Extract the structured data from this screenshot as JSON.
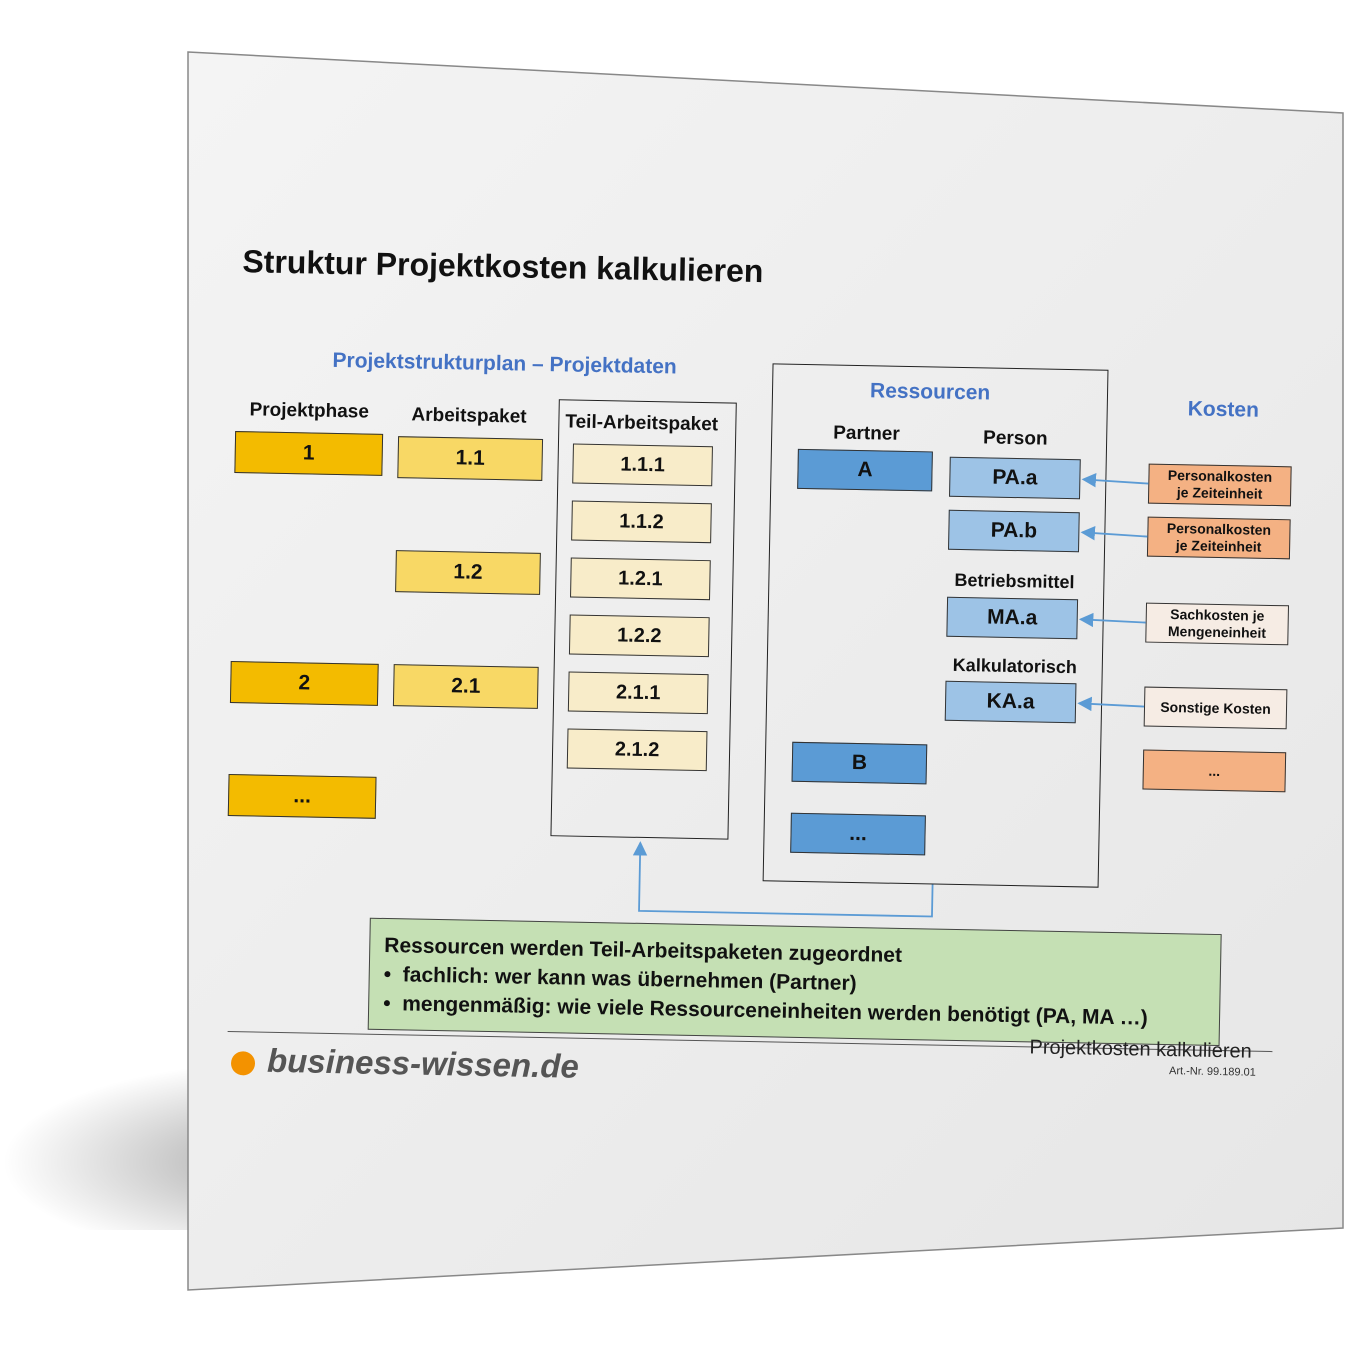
{
  "title": "Struktur Projektkosten kalkulieren",
  "sections": {
    "psp": "Projektstrukturplan – Projektdaten",
    "ressourcen": "Ressourcen",
    "kosten": "Kosten"
  },
  "columns": {
    "projektphase": "Projektphase",
    "arbeitspaket": "Arbeitspaket",
    "teilarbeitspaket": "Teil-Arbeitspaket",
    "partner": "Partner",
    "person": "Person",
    "betriebsmittel": "Betriebsmittel",
    "kalkulatorisch": "Kalkulatorisch"
  },
  "phases": [
    "1",
    "2",
    "..."
  ],
  "packages": [
    "1.1",
    "1.2",
    "2.1"
  ],
  "subpackages": [
    "1.1.1",
    "1.1.2",
    "1.2.1",
    "1.2.2",
    "2.1.1",
    "2.1.2"
  ],
  "partners": [
    "A",
    "B",
    "..."
  ],
  "resources": [
    "PA.a",
    "PA.b",
    "MA.a",
    "KA.a"
  ],
  "costs": [
    {
      "line1": "Personalkosten",
      "line2": "je Zeiteinheit"
    },
    {
      "line1": "Personalkosten",
      "line2": "je Zeiteinheit"
    },
    {
      "line1": "Sachkosten je",
      "line2": "Mengeneinheit"
    },
    {
      "line1": "Sonstige Kosten",
      "line2": ""
    },
    {
      "line1": "...",
      "line2": ""
    }
  ],
  "note": {
    "heading": "Ressourcen werden Teil-Arbeitspaketen zugeordnet",
    "bullets": [
      "fachlich: wer kann was übernehmen (Partner)",
      "mengenmäßig: wie viele Ressourceneinheiten werden benötigt (PA, MA …)"
    ]
  },
  "footer": {
    "brand": "business-wissen.de",
    "doc_title": "Projektkosten kalkulieren",
    "art_nr": "Art.-Nr. 99.189.01"
  },
  "colors": {
    "phase": "#f3bb00",
    "package": "#f8d865",
    "subpackage": "#f8ecc9",
    "partner": "#5b9bd5",
    "resource": "#9dc3e6",
    "cost_person": "#f4b183",
    "cost_neutral": "#f6ece4",
    "note_bg": "#c5e0b4",
    "accent_blue": "#4472c4",
    "arrow": "#5b9bd5",
    "brand_dot": "#f39200"
  }
}
